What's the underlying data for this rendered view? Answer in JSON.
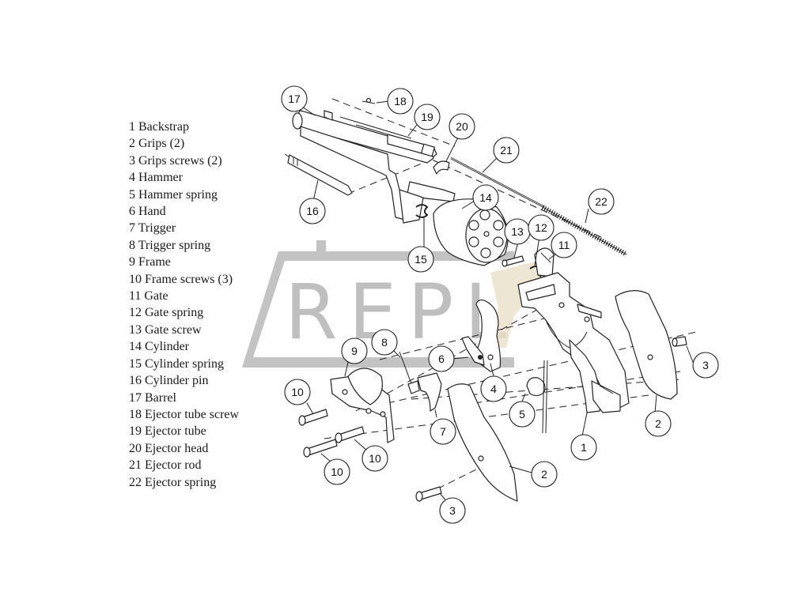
{
  "legend": [
    "1 Backstrap",
    "2 Grips (2)",
    "3 Grips screws (2)",
    "4 Hammer",
    "5 Hammer spring",
    "6 Hand",
    "7 Trigger",
    "8 Trigger spring",
    "9 Frame",
    "10 Frame screws (3)",
    "11 Gate",
    "12 Gate spring",
    "13 Gate screw",
    "14 Cylinder",
    "15 Cylinder spring",
    "16 Cylinder pin",
    "17 Barrel",
    "18 Ejector tube screw",
    "19 Ejector tube",
    "20 Ejector head",
    "21 Ejector rod",
    "22 Ejector spring"
  ],
  "callouts": {
    "c17": "17",
    "c18": "18",
    "c19": "19",
    "c20": "20",
    "c21": "21",
    "c22": "22",
    "c16": "16",
    "c14": "14",
    "c15": "15",
    "c13": "13",
    "c12": "12",
    "c11": "11",
    "c8": "8",
    "c6": "6",
    "c9": "9",
    "c4": "4",
    "c5": "5",
    "c7": "7",
    "c3a": "3",
    "c2a": "2",
    "c1": "1",
    "c2b": "2",
    "c3b": "3",
    "c10a": "10",
    "c10b": "10",
    "c10c": "10"
  },
  "watermark": {
    "text": "REPL",
    "color": "#b9b9b9",
    "accent_color": "#e6dcc0"
  }
}
